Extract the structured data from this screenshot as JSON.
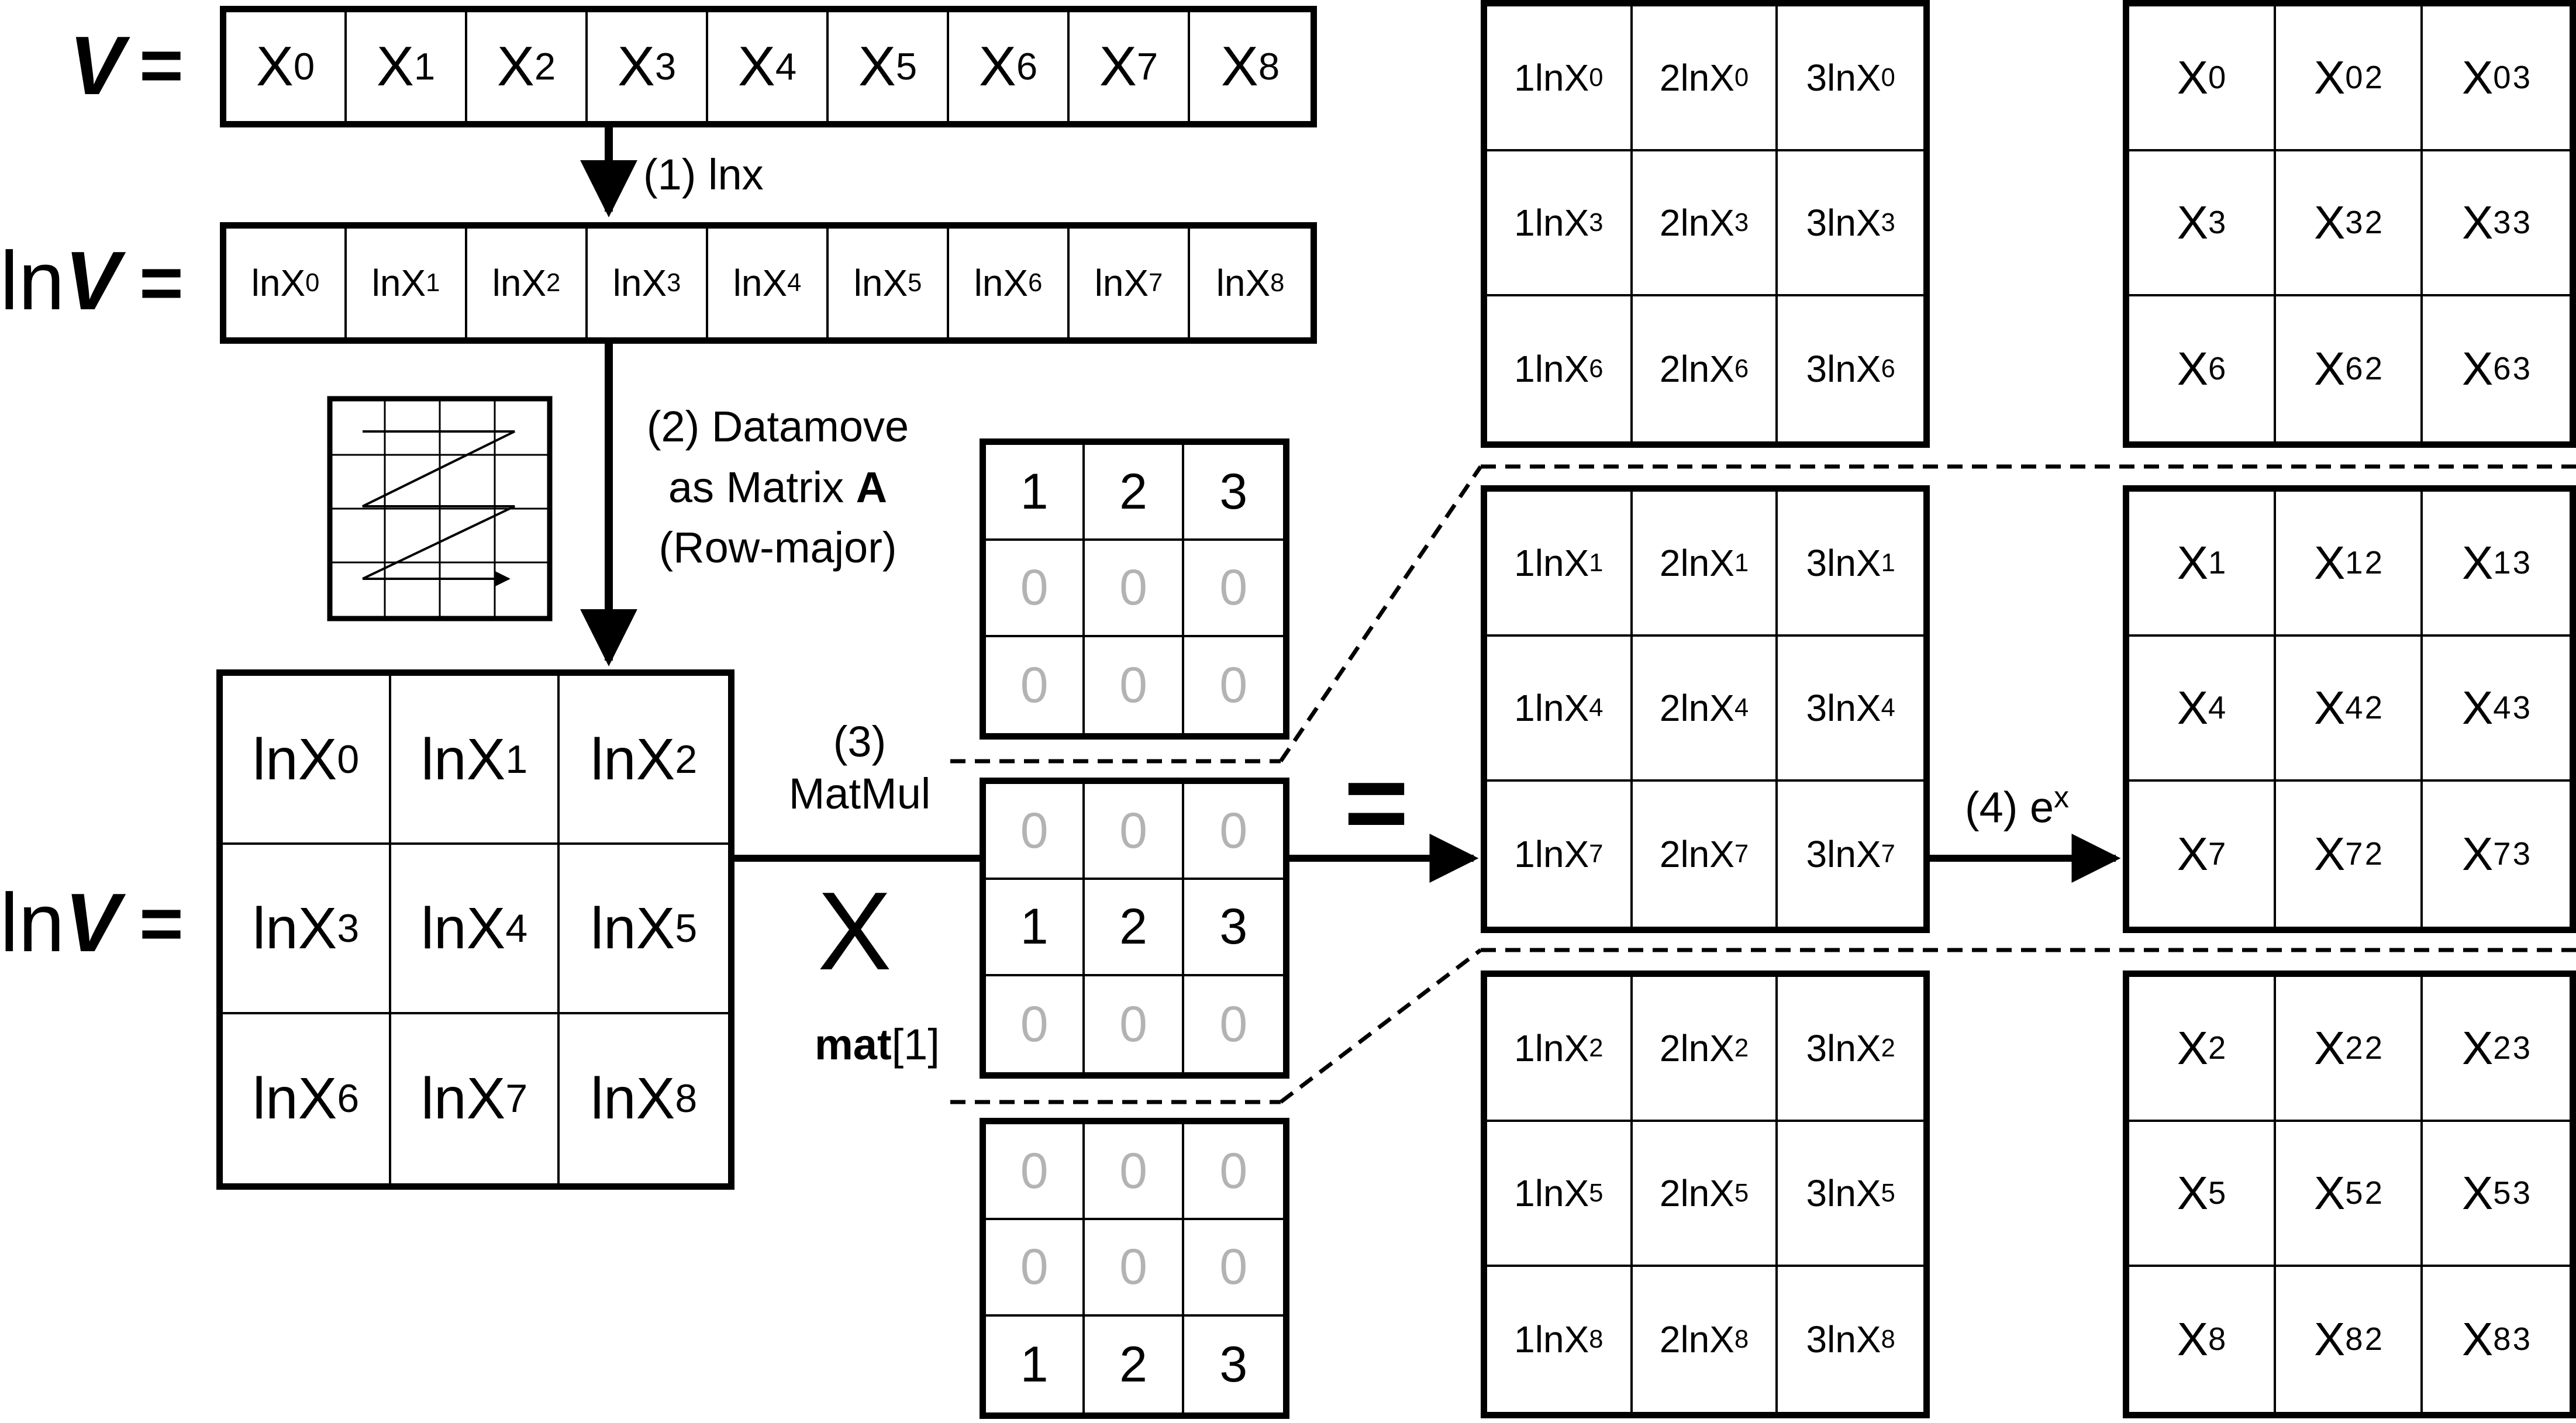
{
  "labels": {
    "v": "V",
    "eq": "=",
    "ln": "ln",
    "times": "X",
    "equals_big": "=",
    "mat_bold": "mat",
    "mat_index": "[1]"
  },
  "steps": {
    "step1": "(1) lnx",
    "step2_line1": "(2) Datamove",
    "step2_line2_prefix": "as Matrix ",
    "step2_line2_bold": "A",
    "step2_line3": "(Row-major)",
    "step3_line1": "(3)",
    "step3_line2": "MatMul",
    "step4_prefix": "(4) e",
    "step4_sup": "x"
  },
  "vector_v": [
    {
      "b": "X",
      "s": "0"
    },
    {
      "b": "X",
      "s": "1"
    },
    {
      "b": "X",
      "s": "2"
    },
    {
      "b": "X",
      "s": "3"
    },
    {
      "b": "X",
      "s": "4"
    },
    {
      "b": "X",
      "s": "5"
    },
    {
      "b": "X",
      "s": "6"
    },
    {
      "b": "X",
      "s": "7"
    },
    {
      "b": "X",
      "s": "8"
    }
  ],
  "vector_lnv": [
    {
      "b": "lnX",
      "s": "0"
    },
    {
      "b": "lnX",
      "s": "1"
    },
    {
      "b": "lnX",
      "s": "2"
    },
    {
      "b": "lnX",
      "s": "3"
    },
    {
      "b": "lnX",
      "s": "4"
    },
    {
      "b": "lnX",
      "s": "5"
    },
    {
      "b": "lnX",
      "s": "6"
    },
    {
      "b": "lnX",
      "s": "7"
    },
    {
      "b": "lnX",
      "s": "8"
    }
  ],
  "matrix_lnv": [
    {
      "b": "lnX",
      "s": "0"
    },
    {
      "b": "lnX",
      "s": "1"
    },
    {
      "b": "lnX",
      "s": "2"
    },
    {
      "b": "lnX",
      "s": "3"
    },
    {
      "b": "lnX",
      "s": "4"
    },
    {
      "b": "lnX",
      "s": "5"
    },
    {
      "b": "lnX",
      "s": "6"
    },
    {
      "b": "lnX",
      "s": "7"
    },
    {
      "b": "lnX",
      "s": "8"
    }
  ],
  "mat_top": [
    {
      "b": "1"
    },
    {
      "b": "2"
    },
    {
      "b": "3"
    },
    {
      "b": "0",
      "z": true
    },
    {
      "b": "0",
      "z": true
    },
    {
      "b": "0",
      "z": true
    },
    {
      "b": "0",
      "z": true
    },
    {
      "b": "0",
      "z": true
    },
    {
      "b": "0",
      "z": true
    }
  ],
  "mat_mid": [
    {
      "b": "0",
      "z": true
    },
    {
      "b": "0",
      "z": true
    },
    {
      "b": "0",
      "z": true
    },
    {
      "b": "1"
    },
    {
      "b": "2"
    },
    {
      "b": "3"
    },
    {
      "b": "0",
      "z": true
    },
    {
      "b": "0",
      "z": true
    },
    {
      "b": "0",
      "z": true
    }
  ],
  "mat_bot": [
    {
      "b": "0",
      "z": true
    },
    {
      "b": "0",
      "z": true
    },
    {
      "b": "0",
      "z": true
    },
    {
      "b": "0",
      "z": true
    },
    {
      "b": "0",
      "z": true
    },
    {
      "b": "0",
      "z": true
    },
    {
      "b": "1"
    },
    {
      "b": "2"
    },
    {
      "b": "3"
    }
  ],
  "prod_top": [
    {
      "b": "1lnX",
      "s": "0"
    },
    {
      "b": "2lnX",
      "s": "0"
    },
    {
      "b": "3lnX",
      "s": "0"
    },
    {
      "b": "1lnX",
      "s": "3"
    },
    {
      "b": "2lnX",
      "s": "3"
    },
    {
      "b": "3lnX",
      "s": "3"
    },
    {
      "b": "1lnX",
      "s": "6"
    },
    {
      "b": "2lnX",
      "s": "6"
    },
    {
      "b": "3lnX",
      "s": "6"
    }
  ],
  "prod_mid": [
    {
      "b": "1lnX",
      "s": "1"
    },
    {
      "b": "2lnX",
      "s": "1"
    },
    {
      "b": "3lnX",
      "s": "1"
    },
    {
      "b": "1lnX",
      "s": "4"
    },
    {
      "b": "2lnX",
      "s": "4"
    },
    {
      "b": "3lnX",
      "s": "4"
    },
    {
      "b": "1lnX",
      "s": "7"
    },
    {
      "b": "2lnX",
      "s": "7"
    },
    {
      "b": "3lnX",
      "s": "7"
    }
  ],
  "prod_bot": [
    {
      "b": "1lnX",
      "s": "2"
    },
    {
      "b": "2lnX",
      "s": "2"
    },
    {
      "b": "3lnX",
      "s": "2"
    },
    {
      "b": "1lnX",
      "s": "5"
    },
    {
      "b": "2lnX",
      "s": "5"
    },
    {
      "b": "3lnX",
      "s": "5"
    },
    {
      "b": "1lnX",
      "s": "8"
    },
    {
      "b": "2lnX",
      "s": "8"
    },
    {
      "b": "3lnX",
      "s": "8"
    }
  ],
  "pow_top": [
    {
      "b": "X",
      "s": "0"
    },
    {
      "b": "X",
      "s": "0",
      "p": "2"
    },
    {
      "b": "X",
      "s": "0",
      "p": "3"
    },
    {
      "b": "X",
      "s": "3"
    },
    {
      "b": "X",
      "s": "3",
      "p": "2"
    },
    {
      "b": "X",
      "s": "3",
      "p": "3"
    },
    {
      "b": "X",
      "s": "6"
    },
    {
      "b": "X",
      "s": "6",
      "p": "2"
    },
    {
      "b": "X",
      "s": "6",
      "p": "3"
    }
  ],
  "pow_mid": [
    {
      "b": "X",
      "s": "1"
    },
    {
      "b": "X",
      "s": "1",
      "p": "2"
    },
    {
      "b": "X",
      "s": "1",
      "p": "3"
    },
    {
      "b": "X",
      "s": "4"
    },
    {
      "b": "X",
      "s": "4",
      "p": "2"
    },
    {
      "b": "X",
      "s": "4",
      "p": "3"
    },
    {
      "b": "X",
      "s": "7"
    },
    {
      "b": "X",
      "s": "7",
      "p": "2"
    },
    {
      "b": "X",
      "s": "7",
      "p": "3"
    }
  ],
  "pow_bot": [
    {
      "b": "X",
      "s": "2"
    },
    {
      "b": "X",
      "s": "2",
      "p": "2"
    },
    {
      "b": "X",
      "s": "2",
      "p": "3"
    },
    {
      "b": "X",
      "s": "5"
    },
    {
      "b": "X",
      "s": "5",
      "p": "2"
    },
    {
      "b": "X",
      "s": "5",
      "p": "3"
    },
    {
      "b": "X",
      "s": "8"
    },
    {
      "b": "X",
      "s": "8",
      "p": "2"
    },
    {
      "b": "X",
      "s": "8",
      "p": "3"
    }
  ],
  "colors": {
    "line": "#000000",
    "zero_text": "#b3b3b3",
    "background": "#ffffff"
  },
  "icons": {
    "row_major_icon": "zigzag-row-major-scan"
  }
}
